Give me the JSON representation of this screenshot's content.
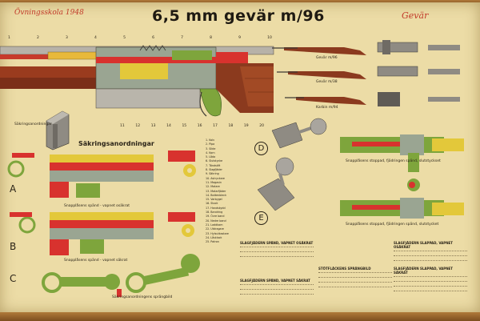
{
  "title": "6,5 mm gevär m/96",
  "scrawl_left": "Övningsskola 1948",
  "scrawl_right": "Gevär",
  "rifle_labels": [
    "Gevär m/96",
    "Gevär m/38",
    "Karbin m/94"
  ],
  "magazine_label": "Säkringsanordningar",
  "safety_heading": "Säkringsanordningar",
  "section_letters": [
    "A",
    "B",
    "C",
    "D",
    "E"
  ],
  "part_numbers_top": [
    "1",
    "2",
    "3",
    "4",
    "5",
    "6",
    "7",
    "8",
    "9",
    "10",
    "11",
    "12",
    "13",
    "14",
    "15",
    "16",
    "17",
    "18",
    "19",
    "20"
  ],
  "legend_items": [
    "1. Kolv",
    "2. Pipa",
    "3. Sikte",
    "4. Korn",
    "5. Låda",
    "6. Slutstycke",
    "7. Tändstift",
    "8. Slagfjäder",
    "9. Säkring",
    "10. Avtryckare",
    "11. Magasin",
    "12. Matare",
    "13. Matarfjäder",
    "14. Bottenbleck",
    "15. Varbygel",
    "16. Stock",
    "17. Handskydd",
    "18. Bandring",
    "19. Övre band",
    "20. Nedre band",
    "21. Laddkam",
    "22. Utdragare",
    "23. Hylsutkastare",
    "24. Låsklack",
    "25. Patron"
  ],
  "captions": {
    "a": "Snapplåsens spänd - vapnet osäkrat",
    "b": "Snapplåsens spänd - vapnet säkrat",
    "c": "Säkringsanordningens sprängbild",
    "d": "Snapplåsens stoppad, fjädringen spänd, slutstyckset",
    "e": "Snapplåsens stoppad, fjädringen spänd, slutstycket"
  },
  "text_sections": [
    {
      "letter": "A",
      "title": "SLAGFJÄDERN SPÄND, VAPNET OSÄKRAT"
    },
    {
      "letter": "B",
      "title": "SLAGFJÄDERN SPÄND, VAPNET SÄKRAT"
    },
    {
      "letter": "C",
      "title": "STÖTFLÄCKENS SPRÄNGBILD"
    },
    {
      "letter": "D",
      "title": "SLAGFJÄDERN SLAPPAD, VAPNET OSÄKRAT"
    },
    {
      "letter": "E",
      "title": "SLAGFJÄDERN SLAPPAD, VAPNET SÄKRAT"
    }
  ],
  "colors": {
    "paper": "#ecdca6",
    "red": "#d8322e",
    "green": "#7ea53c",
    "yellow": "#e3c83a",
    "wood": "#8b3a1e",
    "steel": "#7a7670"
  }
}
